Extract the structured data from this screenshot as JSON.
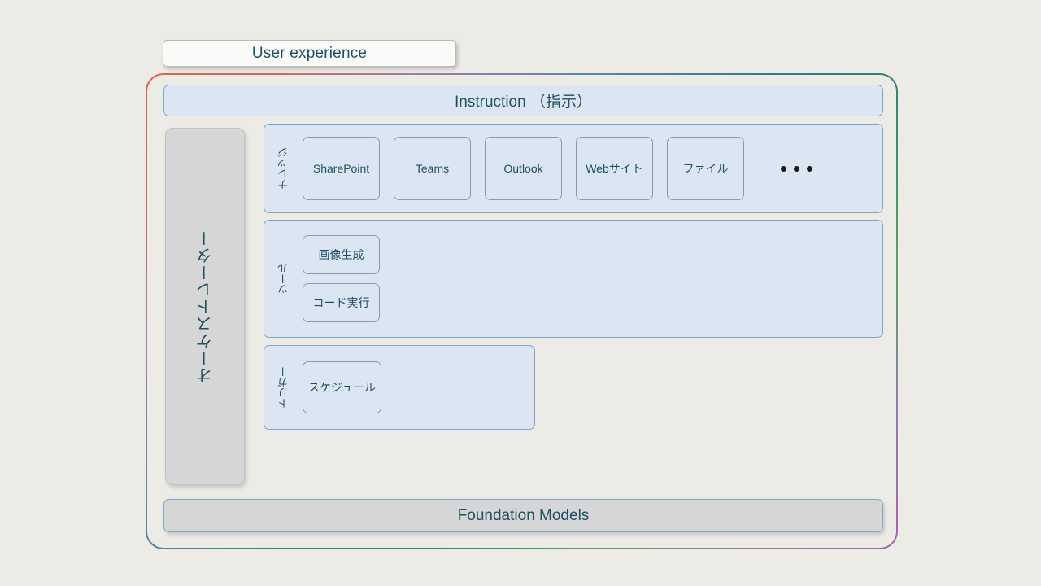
{
  "diagram": {
    "user_experience": {
      "label": "User experience"
    },
    "instruction": {
      "label": "Instruction （指示）"
    },
    "orchestrator": {
      "label": "オーケストレーター"
    },
    "groups": [
      {
        "key": "knowledge",
        "label": "ナレッジ",
        "items": [
          "SharePoint",
          "Teams",
          "Outlook",
          "Webサイト",
          "ファイル"
        ],
        "overflow": "..."
      },
      {
        "key": "tools",
        "label": "ツール",
        "items": [
          "画像生成",
          "コード実行"
        ]
      },
      {
        "key": "trigger",
        "label": "トリガー",
        "items": [
          "スケジュール"
        ]
      }
    ],
    "foundation_models": {
      "label": "Foundation Models"
    },
    "colors": {
      "background": "#edebe6",
      "panel_blue": "#dce6f2",
      "panel_blue_border": "#7fa5c9",
      "panel_gray": "#d6d6d6",
      "text": "#1f4f63",
      "chip_border": "#8a99ab",
      "gradient_top_left": "#e35f52",
      "gradient_top_right": "#2e7f86",
      "gradient_bottom_right": "#5ba060",
      "gradient_bottom_left": "#a863a8"
    }
  }
}
